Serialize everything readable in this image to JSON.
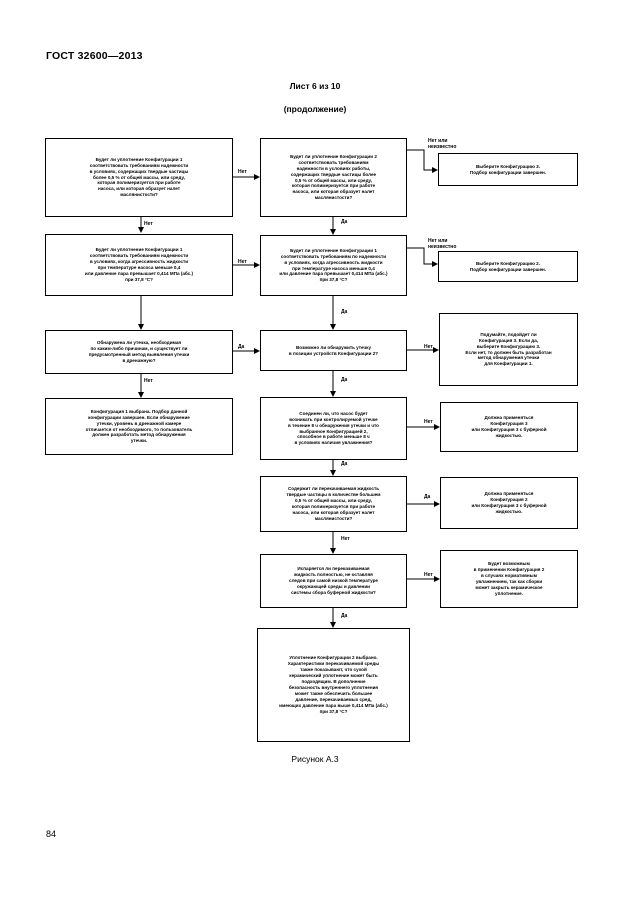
{
  "header": {
    "standard": "ГОСТ 32600—2013"
  },
  "sheet": {
    "title": "Лист 6 из 10",
    "subtitle": "(продолжение)"
  },
  "boxes": {
    "b1": "Будет ли уплотнение Конфигурации 1\nсоответствовать требованиям надежности\nв условиях, содержащих твердые частицы\nболее 0,5 % от общей массы, или среду,\nкоторая полимеризуется при работе\nнасоса, или которая образует налет\nмаслянистости?",
    "b2": "Будет ли уплотнение Конфигурации 2\nсоответствовать требованиям\nнадежности в условиях работы,\nсодержащих твердые частицы более\n0,5 % от общей массы, или среду,\nкоторая полимеризуется при работе\nнасоса, или которая образует налет\nмаслянистости?",
    "b3": "Выберите Конфигурацию 3.\nПодбор конфигурации завершен.",
    "b4": "Будет ли уплотнение Конфигурации 1\nсоответствовать требованиям надежности\nв условиях, когда агрессивность жидкости\nпри температуре насоса меньше 0,4\nили давление пара превышает 0,414 МПа (абс.)\nпри 37,8 °С?",
    "b5": "Будет ли уплотнение Конфигурации 1\nсоответствовать требованиям по надежности\nв условиях, когда агрессивность жидкости\nпри температуре насоса меньше 0,4\nили давление пара превышает 0,414 МПа (абс.)\nпри 37,8 °С?",
    "b6": "Выберите Конфигурацию 2.\nПодбор конфигурации завершен.",
    "b7": "Обнаружена ли утечка, необходимая\nпо каким-либо причинам, и существует ли\nпредусмотренный метод выявления утечки\nв дренажную?",
    "b8": "Возможно ли обнаружить утечку\nв позиции устройств Конфигурации 2?",
    "b9": "Подумайте, подойдет ли\nКонфигурация 3. Если да,\nвыберите Конфигурацию 3.\nЕсли нет, то должен быть разработан\nметод обнаружения утечки\nдля Конфигурации 1.",
    "b10": "Конфигурация 1 выбрана. Подбор данной\nконфигурации завершен. Если обнаружение\nутечки, уровень в дренажной камере\nотличается от необходимого, то пользователь\nдолжен разработать метод обнаружения\nутечки.",
    "b11": "Соединен ли, что насос будет\nвозникать при контролируемой утечке\nв течение 8 ч обнаружения утечки и что\nвыбранное Конфигурацией 2,\nспособное в работе меньше 8 ч\nв условиях наличия увлажнения?",
    "b12": "Должна применяться\nКонфигурация 3\nили Конфигурация 3 с буферной\nжидкостью.",
    "b13": "Содержит ли перекачиваемая жидкость\nтвердые частицы в количестве большем\n0,5 % от общей массы, или среду,\nкоторая полимеризуется при работе\nнасоса, или которая образует налет\nмаслянистости?",
    "b14": "Должна применяться\nКонфигурация 2\nили Конфигурация 3 с буферной\nжидкостью.",
    "b15": "Испаряется ли перекачиваемая\nжидкость полностью, не оставляя\nследов при самой низкой температуре\nокружающей среды и давлении\nсистемы сбора буферной жидкости?",
    "b16": "Будет возможным\nв применении Конфигурация 2\nв случаях нормативным\nувлажнением, так как сборки\nможет закрыть керамическое\nуплотнение.",
    "b17": "Уплотнение Конфигурации 2 выбрано.\nХарактеристики перекачиваемой среды\nтакже показывают, что сухой\nкерамический уплотнение может быть\nподходящим. В дополнение\nбезопасность внутреннего уплотнения\nможет также обеспечить большее\nдавление, перекачиваемых сред,\nимеющих давление пара выше 0,414 МПа (абс.)\nпри 37,8 °С?"
  },
  "labels": {
    "no": "Нет",
    "yes": "Да",
    "no_or_unknown": "Нет или\nнеизвестно"
  },
  "caption": "Рисунок А.3",
  "page_number": "84"
}
